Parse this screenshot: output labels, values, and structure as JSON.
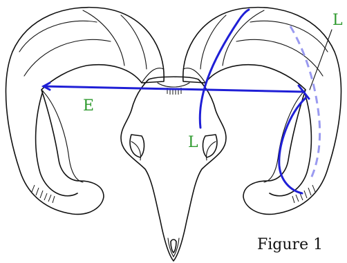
{
  "labels": {
    "e": "E",
    "l_left_horn": "L",
    "l_right_horn": "L"
  },
  "caption": "Figure 1",
  "colors": {
    "label": "#2e9a2e",
    "measure": "#1f1fd6",
    "dashed_measure": "#9a9af0",
    "outline": "#111111"
  }
}
